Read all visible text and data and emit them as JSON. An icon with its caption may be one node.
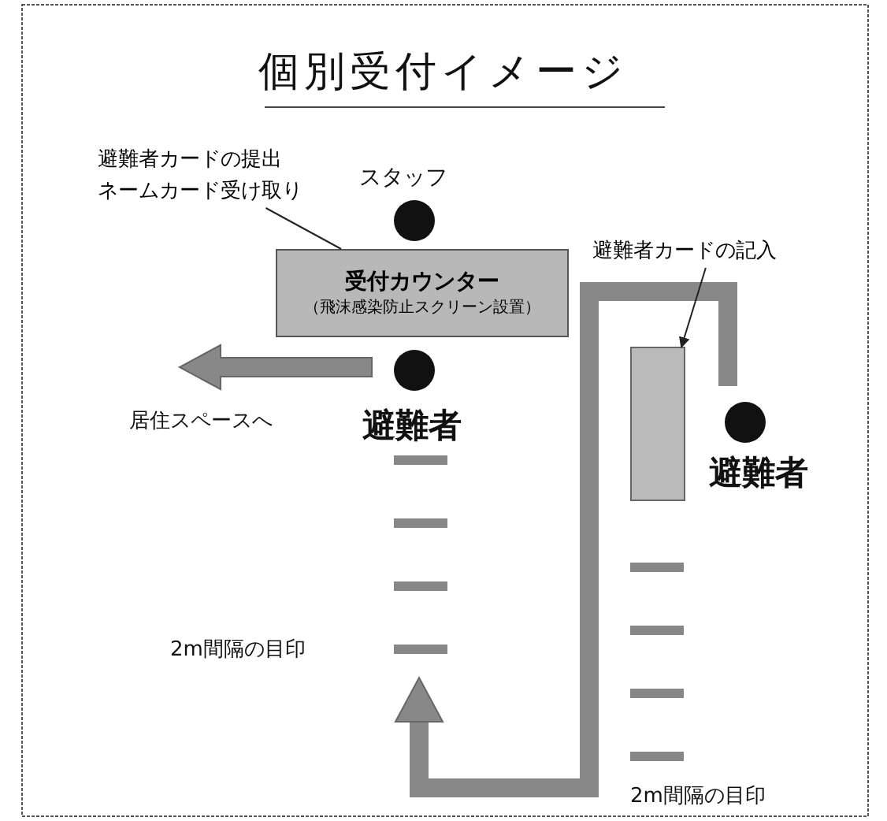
{
  "diagram": {
    "title": "個別受付イメージ",
    "nodes": [
      {
        "text": [
          "受付カウンター",
          "（飛沫感染防止スクリーン設置）"
        ]
      },
      {
        "text": [],
        "shape": "circle",
        "beside": [
          "スタッフ"
        ]
      },
      {
        "text": [],
        "shape": "circle",
        "beside": [
          "避難者"
        ]
      },
      {
        "text": [],
        "shape": "box"
      },
      {
        "text": [],
        "shape": "circle",
        "beside": [
          "避難者"
        ]
      },
      {
        "text": [
          "避難者カードの提出",
          "ネームカード受け取り"
        ]
      },
      {
        "text": [
          "避難者カードの記入"
        ]
      }
    ],
    "edges": [
      {
        "from": 5,
        "to": 0,
        "arrow": "none"
      },
      {
        "from": 6,
        "to": 3,
        "arrow": "to"
      }
    ],
    "labels": [
      "居住スペースへ",
      "2m間隔の目印",
      "2m間隔の目印"
    ]
  }
}
